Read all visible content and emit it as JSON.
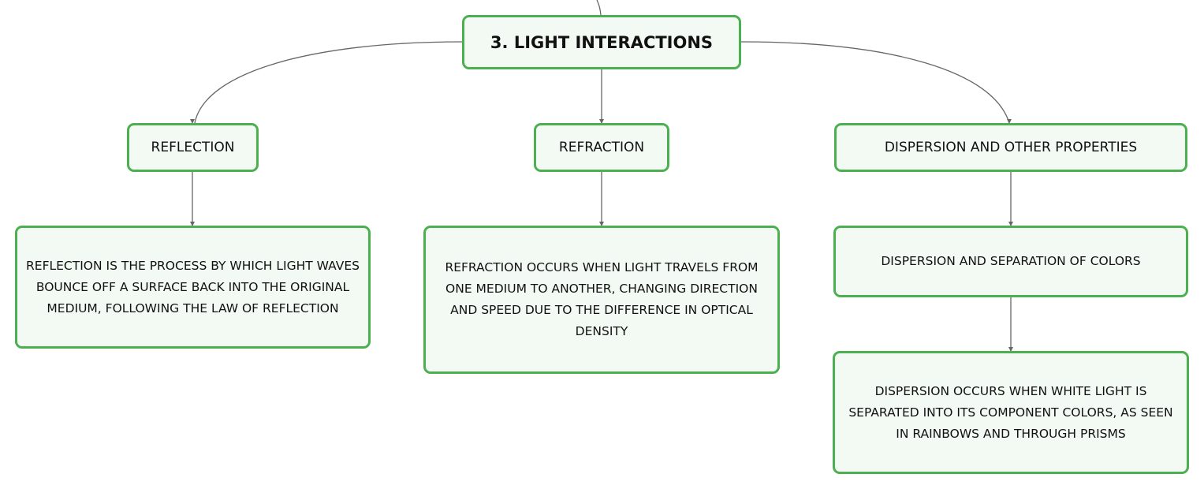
{
  "root": {
    "label": "3. LIGHT INTERACTIONS"
  },
  "branches": {
    "reflection": {
      "label": "REFLECTION",
      "description": "REFLECTION IS THE PROCESS BY WHICH LIGHT WAVES BOUNCE OFF A SURFACE BACK INTO THE ORIGINAL MEDIUM, FOLLOWING THE LAW OF REFLECTION"
    },
    "refraction": {
      "label": "REFRACTION",
      "description": "REFRACTION OCCURS WHEN LIGHT TRAVELS FROM ONE MEDIUM TO ANOTHER, CHANGING DIRECTION AND SPEED DUE TO THE DIFFERENCE IN OPTICAL DENSITY"
    },
    "dispersion": {
      "label": "DISPERSION AND OTHER PROPERTIES",
      "sub_label": "DISPERSION AND SEPARATION OF COLORS",
      "description": "DISPERSION OCCURS WHEN WHITE LIGHT IS SEPARATED INTO ITS COMPONENT COLORS, AS SEEN IN RAINBOWS AND THROUGH PRISMS"
    }
  },
  "colors": {
    "node_border": "#4caf50",
    "node_fill": "#f3faf3",
    "connector": "#666666",
    "text": "#111111"
  }
}
